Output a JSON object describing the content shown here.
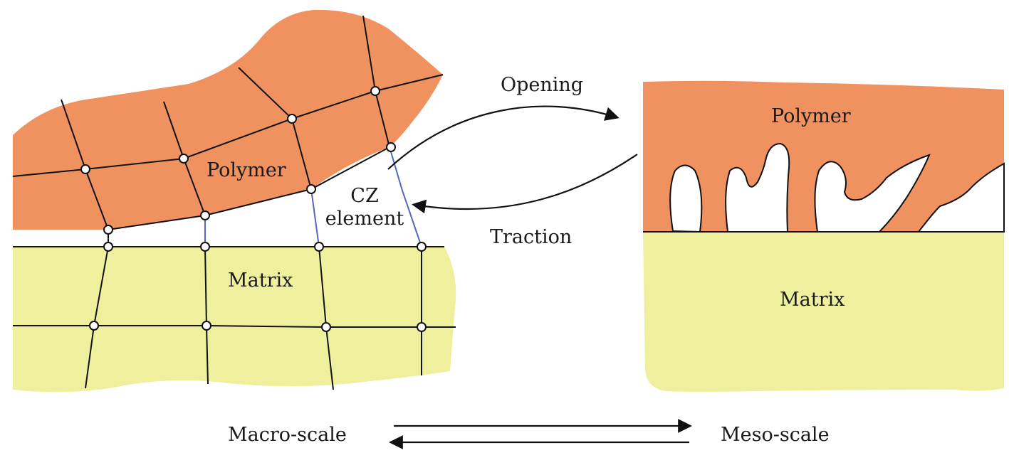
{
  "colors": {
    "polymer": "#F09260",
    "matrix": "#EEF09E",
    "line": "#111111",
    "cz_line": "#5566BB",
    "node_fill": "#FFFFFF"
  },
  "macro": {
    "polymer_label": "Polymer",
    "matrix_label": "Matrix",
    "cz_label_line1": "CZ",
    "cz_label_line2": "element"
  },
  "meso": {
    "polymer_label": "Polymer",
    "matrix_label": "Matrix"
  },
  "arrows": {
    "opening_label": "Opening",
    "traction_label": "Traction"
  },
  "scales": {
    "macro_label": "Macro-scale",
    "meso_label": "Meso-scale"
  }
}
